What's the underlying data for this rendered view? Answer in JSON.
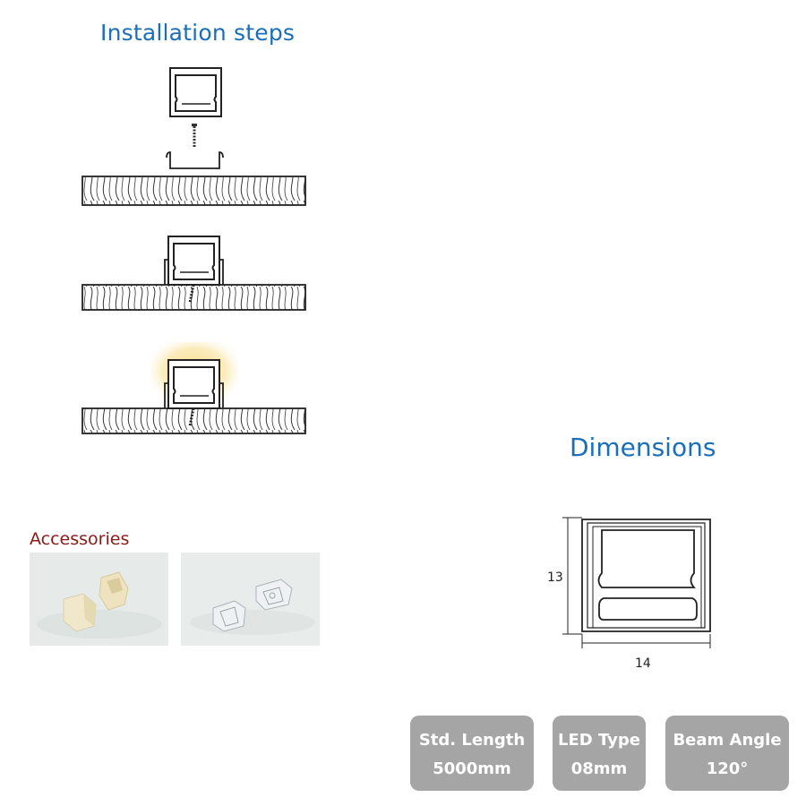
{
  "installation": {
    "title": "Installation steps"
  },
  "dimensions": {
    "title": "Dimensions",
    "height": "13",
    "width": "14"
  },
  "accessories": {
    "title": "Accessories"
  },
  "specs": [
    {
      "name": "Std. Length",
      "value": "5000mm"
    },
    {
      "name": "LED Type",
      "value": "08mm"
    },
    {
      "name": "Beam Angle",
      "value": "120°"
    }
  ],
  "colors": {
    "heading": "#1a6fb8",
    "accessories_heading": "#8b1a1a",
    "badge": "#a5a5a5",
    "glow": "#f7dd8a"
  }
}
